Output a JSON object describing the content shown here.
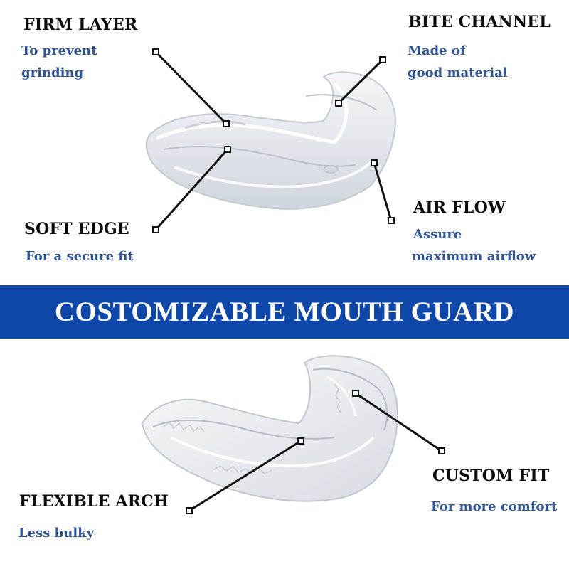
{
  "colors": {
    "banner": "#0f47a8",
    "subtext": "#2f5597",
    "heading": "#0d0d0d",
    "leader": "#111111"
  },
  "banner": {
    "title": "COSTOMIZABLE MOUTH GUARD"
  },
  "callouts": {
    "firm_layer": {
      "title": "FIRM LAYER",
      "line1": "To prevent",
      "line2": "grinding"
    },
    "bite_channel": {
      "title": "BITE CHANNEL",
      "line1": "Made of",
      "line2": "good material"
    },
    "soft_edge": {
      "title": "SOFT EDGE",
      "line1": "For a secure fit"
    },
    "air_flow": {
      "title": "AIR FLOW",
      "line1": "Assure",
      "line2": "maximum airflow"
    },
    "custom_fit": {
      "title": "CUSTOM FIT",
      "line1": "For more comfort"
    },
    "flexible_arch": {
      "title": "FLEXIBLE ARCH",
      "line1": "Less bulky"
    }
  }
}
